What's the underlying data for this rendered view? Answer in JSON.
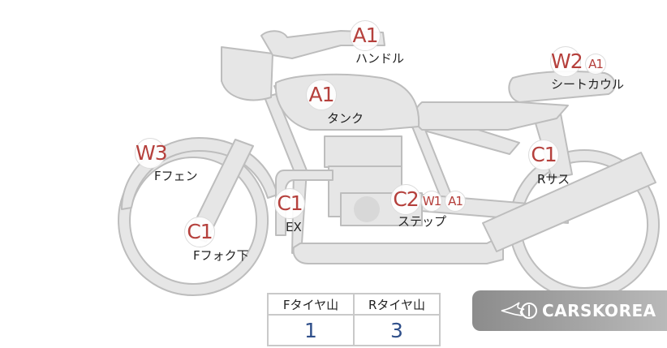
{
  "parts": [
    {
      "id": "handle",
      "label": "ハンドル",
      "codes": [
        "A1"
      ]
    },
    {
      "id": "seat-cowl",
      "label": "シートカウル",
      "codes": [
        "W2",
        "A1"
      ]
    },
    {
      "id": "tank",
      "label": "タンク",
      "codes": [
        "A1"
      ]
    },
    {
      "id": "front-fender",
      "label": "Fフェン",
      "codes": [
        "W3"
      ]
    },
    {
      "id": "rear-suspension",
      "label": "Rサス",
      "codes": [
        "C1"
      ]
    },
    {
      "id": "exhaust",
      "label": "EX",
      "codes": [
        "C1"
      ]
    },
    {
      "id": "step",
      "label": "ステップ",
      "codes": [
        "C2",
        "W1",
        "A1"
      ]
    },
    {
      "id": "front-fork",
      "label": "Fフォク下",
      "codes": [
        "C1"
      ]
    }
  ],
  "tread": {
    "front_label": "Fタイヤ山",
    "rear_label": "Rタイヤ山",
    "front_value": "1",
    "rear_value": "3"
  },
  "logo": {
    "text": "CARSKOREA"
  },
  "colors": {
    "code": "#b5403c",
    "value": "#2f4f8a",
    "bike_fill": "#e6e6e6",
    "bike_stroke": "#bdbdbd"
  }
}
